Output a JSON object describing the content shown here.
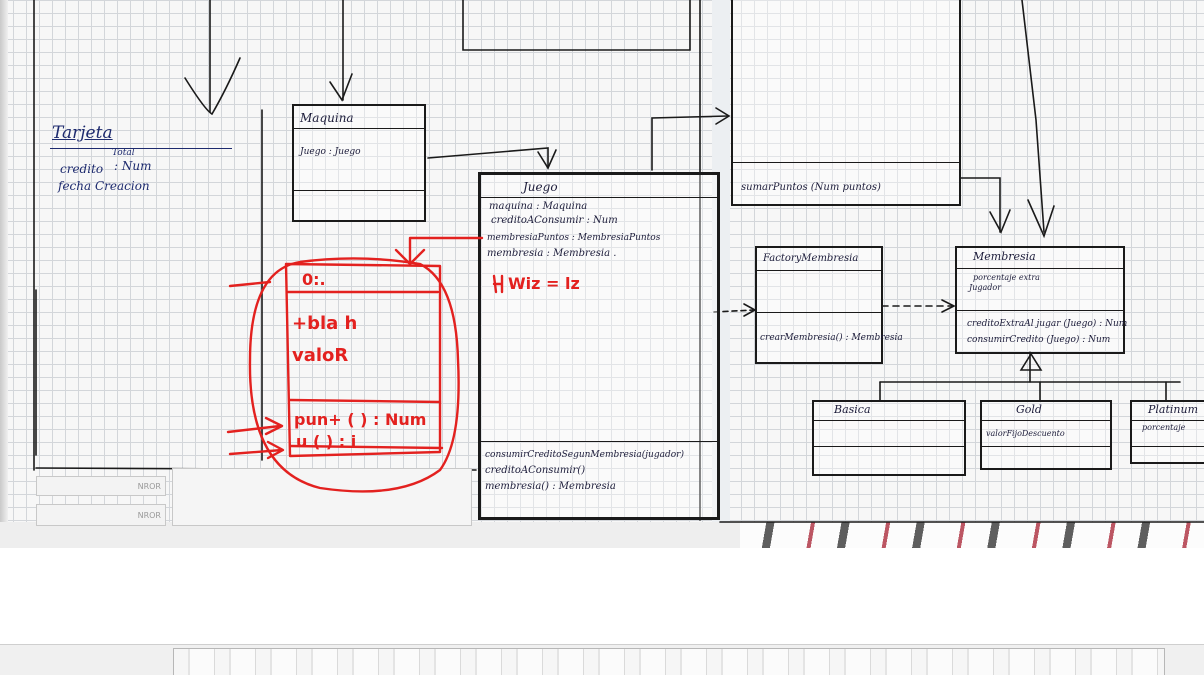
{
  "tarjeta": {
    "title": "Tarjeta",
    "credito": "credito",
    "total": "Total",
    "credito_type": ": Num",
    "fecha": "fecha Creacion"
  },
  "maquina": {
    "title": "Maquina",
    "attr": "Juego : Juego"
  },
  "juego": {
    "title": "Juego",
    "attrs": [
      "maquina : Maquina",
      "creditoAConsumir : Num",
      "membresiaPuntos : MembresiaPuntos",
      "membresia : Membresia ."
    ],
    "methods": [
      "consumirCreditoSegunMembresia(jugador)",
      "creditoAConsumir()",
      "membresia() : Membresia"
    ]
  },
  "top_box": {
    "method": "sumarPuntos (Num puntos)"
  },
  "factory": {
    "title": "FactoryMembresia",
    "method": "crearMembresia() : Membresia"
  },
  "membresia": {
    "title": "Membresia",
    "attr1": "porcentaje extra",
    "attr2": "Jugador",
    "method1": "creditoExtraAl jugar (Juego) : Num",
    "method2": "consumirCredito (Juego) : Num"
  },
  "basica": {
    "title": "Basica"
  },
  "gold": {
    "title": "Gold",
    "attr": "valorFijoDescuento"
  },
  "platinum": {
    "title": "Platinum",
    "attr": "porcentaje"
  },
  "red_notes": {
    "header": "0:.",
    "line1": "+bla h",
    "line2": "valoR",
    "method1": "pun+   ( ) : Num",
    "method2": "u      ( ) : i",
    "juego_note": "Wiz = lz"
  },
  "stickers": {
    "s1": "NROR",
    "s2": "NROR"
  },
  "colors": {
    "ink": "#1a1a1a",
    "red_ink": "#e3211f",
    "blue_ink": "#1d2a6e",
    "grid": "#d3d6da"
  }
}
